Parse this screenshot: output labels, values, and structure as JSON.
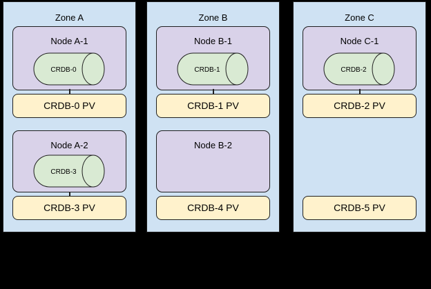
{
  "diagram": {
    "description": "Three availability zones with Kubernetes nodes, CRDB pods and persistent volumes",
    "colors": {
      "background": "#000000",
      "zone_fill": "#cfe2f3",
      "node_fill": "#d9d2e9",
      "cylinder_fill": "#d9ead3",
      "pv_fill": "#fff2cc",
      "border": "#1f1f1f",
      "text": "#000000"
    },
    "zones": [
      {
        "title": "Zone A",
        "nodes": [
          {
            "label": "Node A-1",
            "cylinder": "CRDB-0",
            "connected": true
          },
          {
            "label": "Node A-2",
            "cylinder": "CRDB-3",
            "connected": true
          }
        ],
        "pvs": [
          {
            "label": "CRDB-0 PV"
          },
          {
            "label": "CRDB-3 PV"
          }
        ]
      },
      {
        "title": "Zone B",
        "nodes": [
          {
            "label": "Node B-1",
            "cylinder": "CRDB-1",
            "connected": true
          },
          {
            "label": "Node B-2",
            "cylinder": null,
            "connected": false
          }
        ],
        "pvs": [
          {
            "label": "CRDB-1 PV"
          },
          {
            "label": "CRDB-4 PV"
          }
        ]
      },
      {
        "title": "Zone C",
        "nodes": [
          {
            "label": "Node C-1",
            "cylinder": "CRDB-2",
            "connected": true
          }
        ],
        "pvs": [
          {
            "label": "CRDB-2 PV"
          },
          {
            "label": "CRDB-5 PV"
          }
        ]
      }
    ]
  }
}
